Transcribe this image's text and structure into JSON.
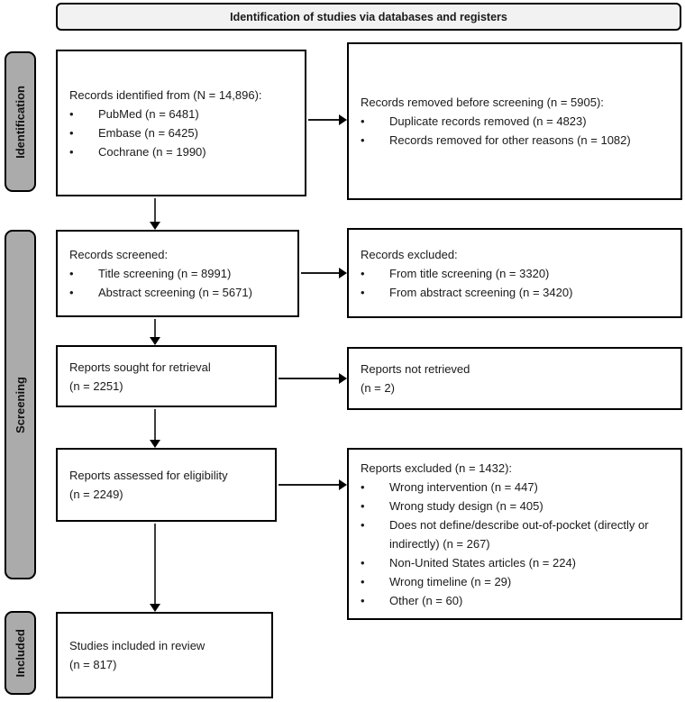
{
  "header": {
    "title": "Identification of studies via databases and registers"
  },
  "stages": {
    "identification": "Identification",
    "screening": "Screening",
    "included": "Included"
  },
  "boxes": {
    "records_identified": {
      "title": "Records identified from (N = 14,896):",
      "bullets": [
        "PubMed (n = 6481)",
        "Embase (n = 6425)",
        "Cochrane (n = 1990)"
      ]
    },
    "records_removed": {
      "title": "Records removed before screening (n = 5905):",
      "bullets": [
        "Duplicate records removed  (n = 4823)",
        "Records removed for other reasons (n = 1082)"
      ]
    },
    "records_screened": {
      "title": "Records screened:",
      "bullets": [
        "Title screening (n = 8991)",
        "Abstract screening (n = 5671)"
      ]
    },
    "records_excluded": {
      "title": "Records excluded:",
      "bullets": [
        "From title screening (n = 3320)",
        "From abstract screening (n = 3420)"
      ]
    },
    "reports_sought": {
      "line1": "Reports sought for retrieval",
      "line2": "(n = 2251)"
    },
    "reports_not_retrieved": {
      "line1": "Reports not retrieved",
      "line2": "(n = 2)"
    },
    "reports_assessed": {
      "line1": "Reports assessed for eligibility",
      "line2": "(n = 2249)"
    },
    "reports_excluded": {
      "title": "Reports excluded (n = 1432):",
      "bullets": [
        "Wrong intervention (n = 447)",
        "Wrong study design (n = 405)",
        "Does not define/describe out-of-pocket (directly or indirectly) (n = 267)",
        "Non-United States articles (n = 224)",
        "Wrong timeline (n = 29)",
        "Other (n = 60)"
      ]
    },
    "studies_included": {
      "line1": "Studies included in review",
      "line2": "(n = 817)"
    }
  },
  "colors": {
    "stage_bar_fill": "#ababab",
    "header_fill": "#f2f2f2",
    "box_border": "#000000",
    "box_fill": "#ffffff"
  }
}
